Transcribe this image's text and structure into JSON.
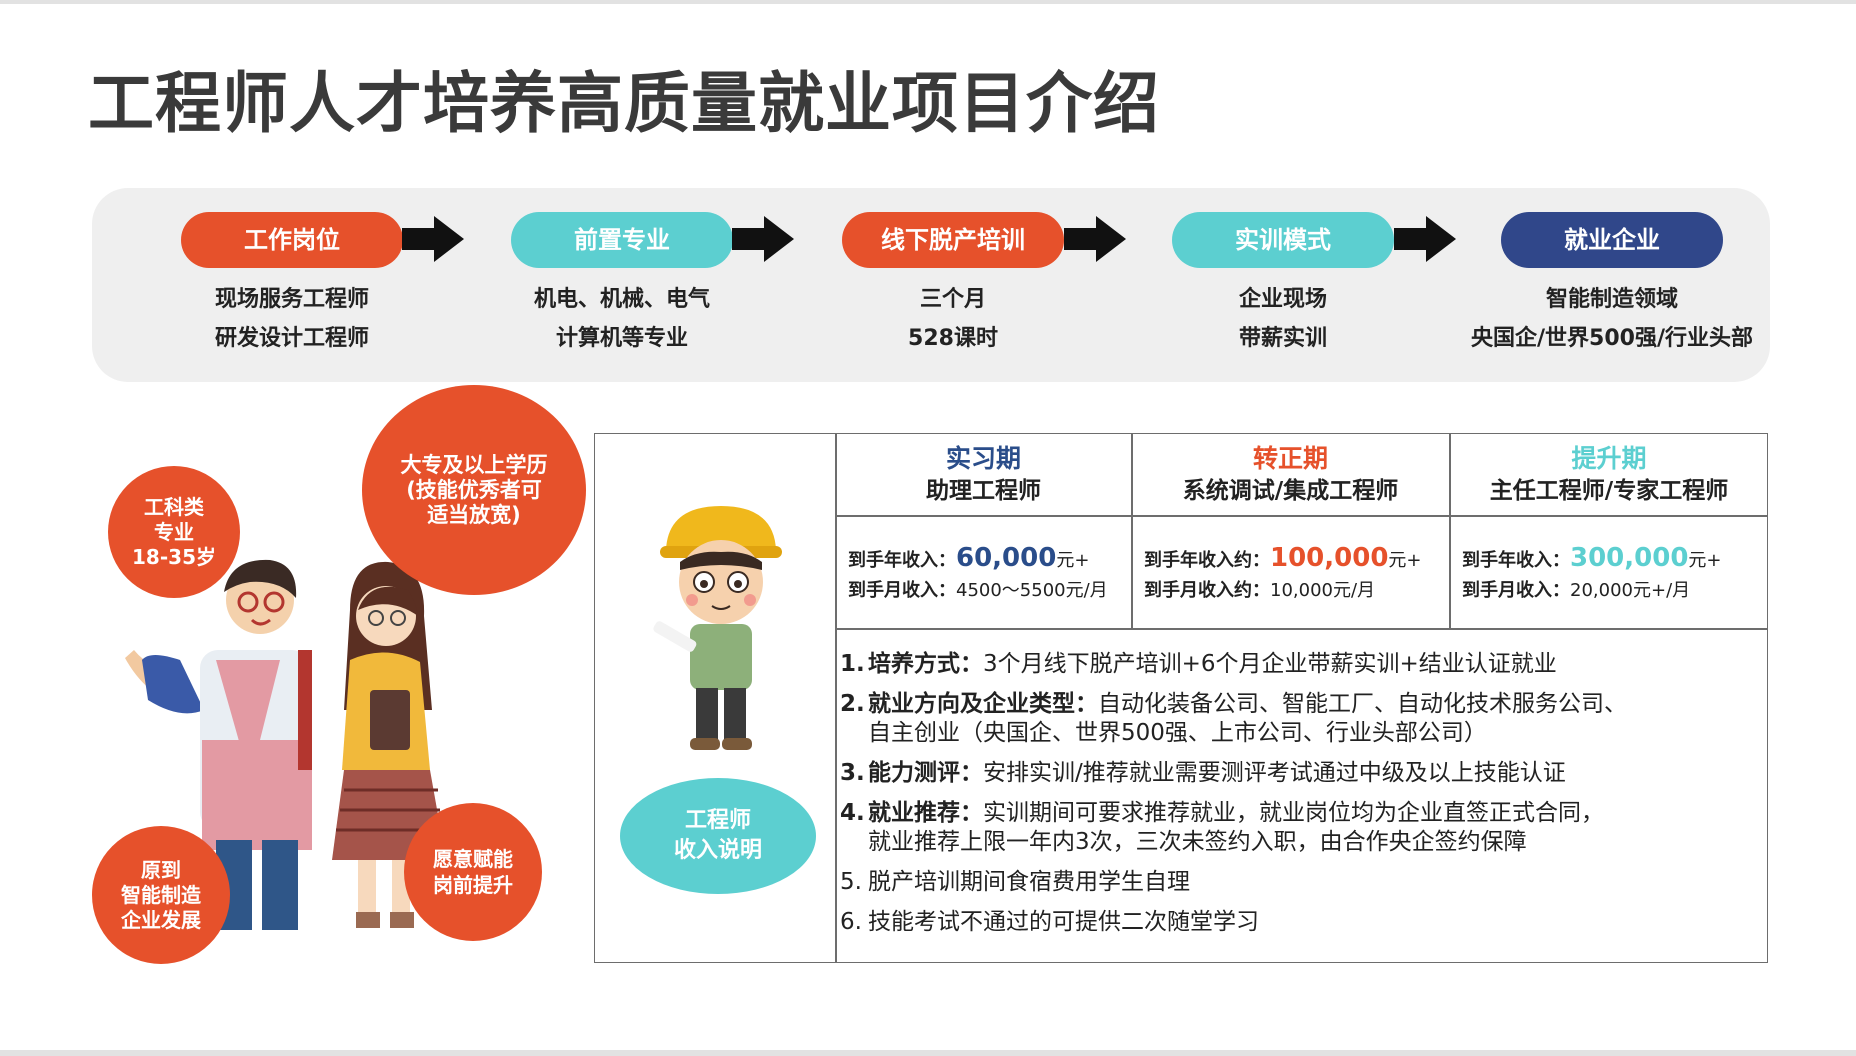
{
  "title": "工程师人才培养高质量就业项目介绍",
  "colors": {
    "orange": "#e6512b",
    "teal": "#5ccfd0",
    "navy": "#30478a",
    "phase_blue": "#2a4d8a",
    "band_bg": "#efefef"
  },
  "flow": {
    "steps": [
      {
        "label": "工作岗位",
        "color": "#e6512b",
        "lines": [
          "现场服务工程师",
          "研发设计工程师"
        ]
      },
      {
        "label": "前置专业",
        "color": "#5ccfd0",
        "lines": [
          "机电、机械、电气",
          "计算机等专业"
        ]
      },
      {
        "label": "线下脱产培训",
        "color": "#e6512b",
        "lines": [
          "三个月",
          "528课时"
        ]
      },
      {
        "label": "实训模式",
        "color": "#5ccfd0",
        "lines": [
          "企业现场",
          "带薪实训"
        ]
      },
      {
        "label": "就业企业",
        "color": "#30478a",
        "lines": [
          "智能制造领域",
          "央国企/世界500强/行业头部"
        ]
      }
    ]
  },
  "circles": {
    "engineering": [
      "工科类",
      "专业",
      "18-35岁"
    ],
    "education": [
      "大专及以上学历",
      "(技能优秀者可",
      "适当放宽)"
    ],
    "develop": [
      "原到",
      "智能制造",
      "企业发展"
    ],
    "upgrade": [
      "愿意赋能",
      "岗前提升"
    ]
  },
  "income_label": [
    "工程师",
    "收入说明"
  ],
  "phases": [
    {
      "phase": "实习期",
      "phase_color": "#2a4d8a",
      "role": "助理工程师",
      "annual_prefix": "到手年收入：",
      "annual_value": "60,000",
      "annual_suffix": "元+",
      "monthly_prefix": "到手月收入：",
      "monthly_value": "4500～5500元/月"
    },
    {
      "phase": "转正期",
      "phase_color": "#e6512b",
      "role": "系统调试/集成工程师",
      "annual_prefix": "到手年收入约：",
      "annual_value": "100,000",
      "annual_suffix": "元+",
      "monthly_prefix": "到手月收入约：",
      "monthly_value": "10,000元/月"
    },
    {
      "phase": "提升期",
      "phase_color": "#5ccfd0",
      "role": "主任工程师/专家工程师",
      "annual_prefix": "到手年收入：",
      "annual_value": "300,000",
      "annual_suffix": "元+",
      "monthly_prefix": "到手月收入：",
      "monthly_value": "20,000元+/月"
    }
  ],
  "notes": [
    {
      "num": "1.",
      "label": "培养方式：",
      "text": "3个月线下脱产培训+6个月企业带薪实训+结业认证就业",
      "cont": ""
    },
    {
      "num": "2.",
      "label": "就业方向及企业类型：",
      "text": "自动化装备公司、智能工厂、自动化技术服务公司、",
      "cont": "自主创业（央国企、世界500强、上市公司、行业头部公司）"
    },
    {
      "num": "3.",
      "label": "能力测评：",
      "text": "安排实训/推荐就业需要测评考试通过中级及以上技能认证",
      "cont": ""
    },
    {
      "num": "4.",
      "label": "就业推荐：",
      "text": "实训期间可要求推荐就业，就业岗位均为企业直签正式合同，",
      "cont": "就业推荐上限一年内3次，三次未签约入职，由合作央企签约保障"
    },
    {
      "num": "5.",
      "label": "",
      "text": "脱产培训期间食宿费用学生自理",
      "cont": ""
    },
    {
      "num": "6.",
      "label": "",
      "text": "技能考试不通过的可提供二次随堂学习",
      "cont": ""
    }
  ]
}
